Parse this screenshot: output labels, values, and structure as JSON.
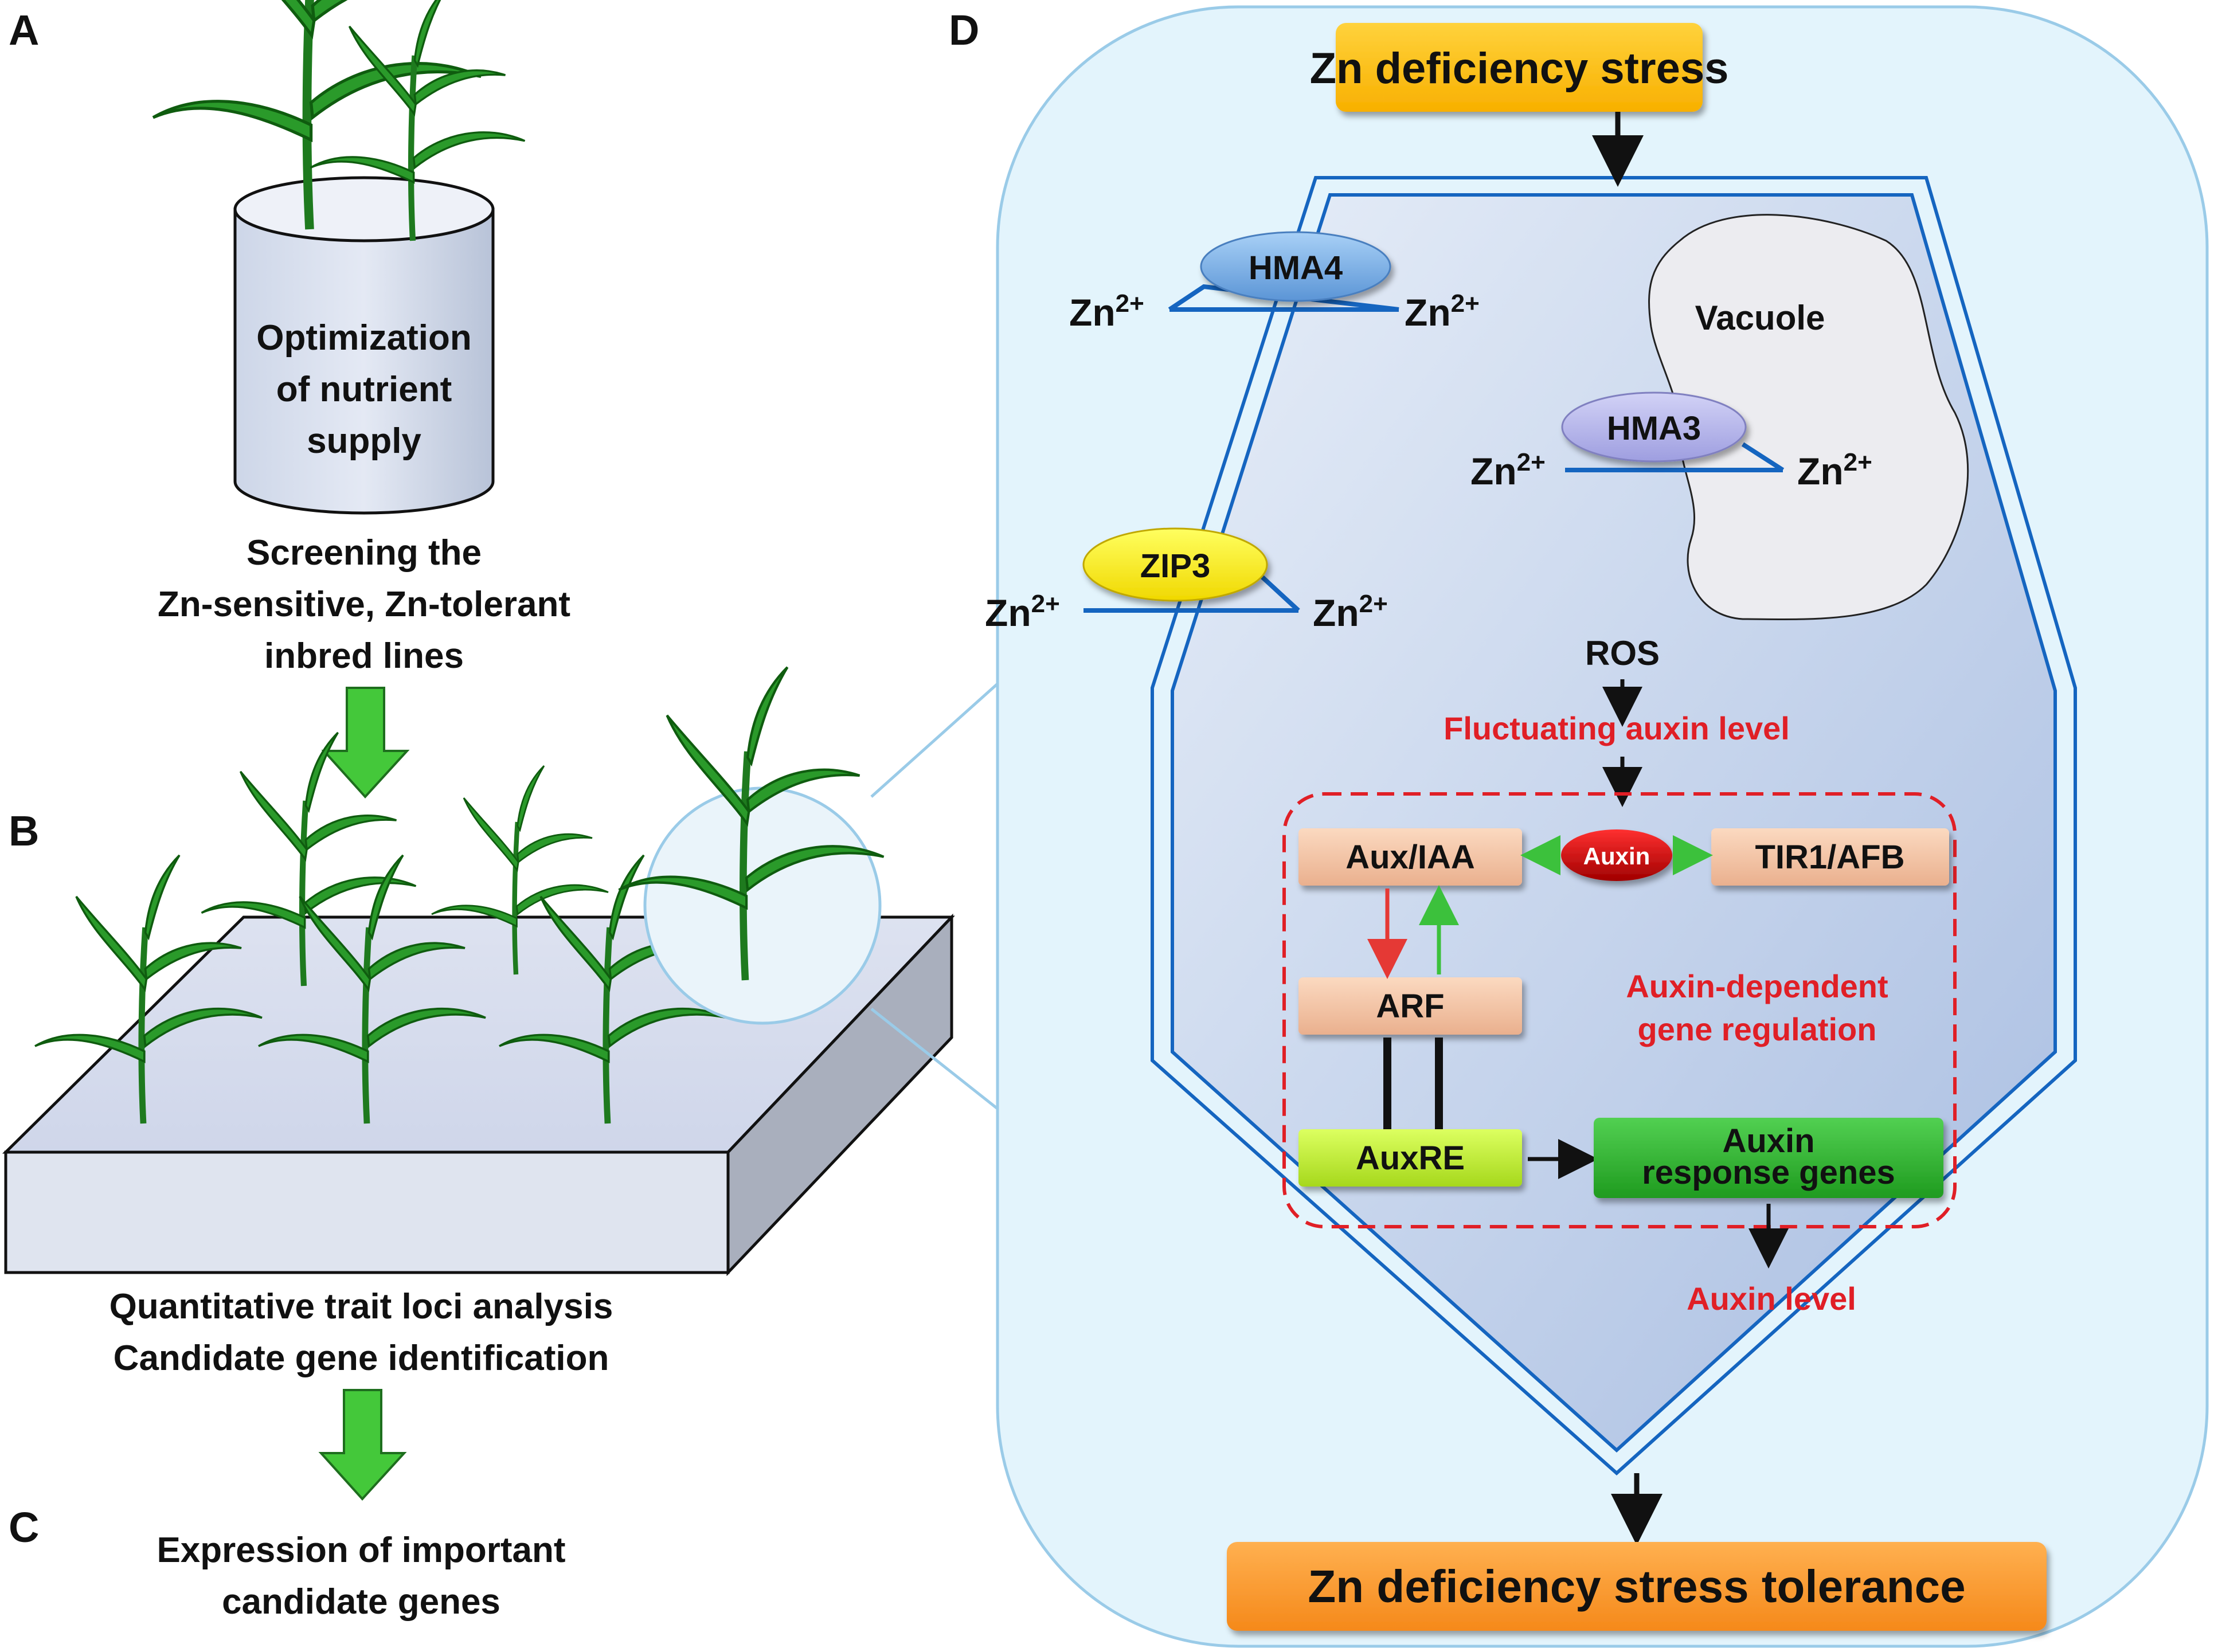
{
  "panels": {
    "a": "A",
    "b": "B",
    "c": "C",
    "d": "D"
  },
  "panel_a": {
    "pot_text": [
      "Optimization",
      "of nutrient",
      "supply"
    ],
    "caption": [
      "Screening the",
      "Zn-sensitive, Zn-tolerant",
      "inbred lines"
    ]
  },
  "panel_b": {
    "caption": [
      "Quantitative trait loci analysis",
      "Candidate gene identification"
    ]
  },
  "panel_c": {
    "caption": [
      "Expression of important",
      "candidate genes"
    ]
  },
  "panel_d": {
    "top_box": "Zn deficiency stress",
    "bottom_box": "Zn deficiency stress tolerance",
    "zn_base": "Zn",
    "zn_sup": "2+",
    "hma4": "HMA4",
    "hma3": "HMA3",
    "zip3": "ZIP3",
    "vacuole": "Vacuole",
    "ros": "ROS",
    "fluctuating": "Fluctuating auxin level",
    "aux_iaa": "Aux/IAA",
    "auxin": "Auxin",
    "tir1": "TIR1/AFB",
    "arf": "ARF",
    "auxre": "AuxRE",
    "auxin_response": [
      "Auxin",
      "response genes"
    ],
    "auxin_dependent": [
      "Auxin-dependent",
      "gene regulation"
    ],
    "auxin_level": "Auxin level"
  },
  "colors": {
    "cell_outline": "#1565c0",
    "panel_bg": "#e3f4fc",
    "top_box": "#ffc107",
    "bottom_box": "#ff9a2e",
    "red_label": "#e01f26",
    "green_arrow": "#3cc13c",
    "red_arrow": "#e53935",
    "hma4": "#7fb2e8",
    "hma3": "#b4b4ec",
    "zip3": "#ffee00",
    "auxin_oval": "#c00000",
    "peach_box": "#f6c7a6",
    "auxre_box": "#c4f03a",
    "response_box": "#2db52d"
  }
}
